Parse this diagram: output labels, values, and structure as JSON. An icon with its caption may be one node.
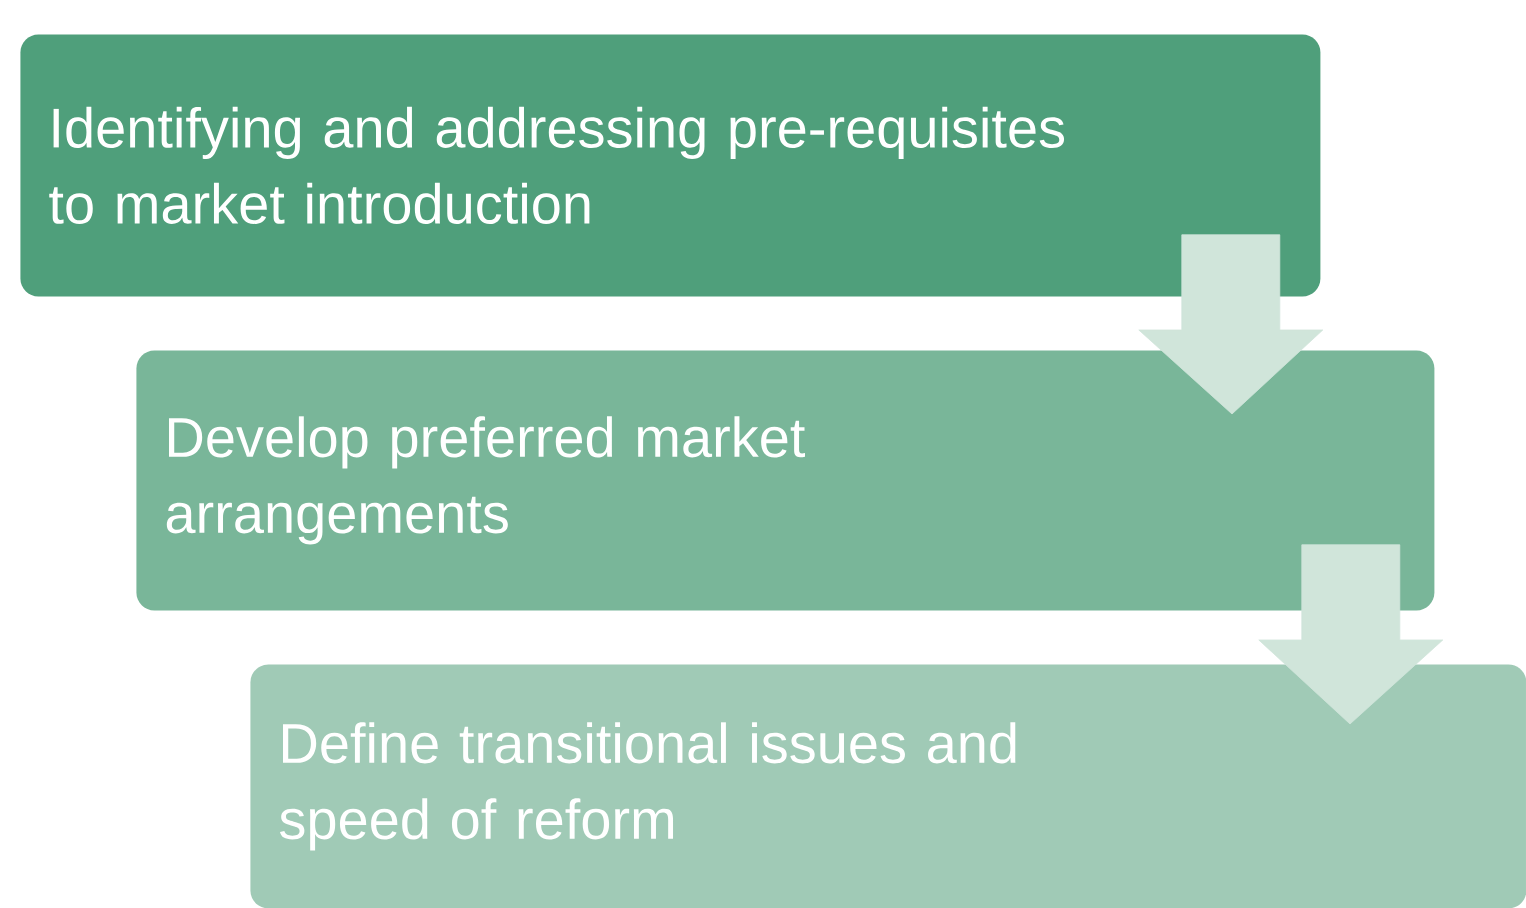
{
  "diagram": {
    "nodes": [
      {
        "text": [
          "Identifying and addressing pre-requisites to market introduction"
        ]
      },
      {
        "text": [
          "Develop preferred market arrangements"
        ]
      },
      {
        "text": [
          "Define transitional issues and speed of reform"
        ]
      }
    ],
    "edges": [
      {
        "from": 0,
        "to": 1,
        "arrow": "to"
      },
      {
        "from": 1,
        "to": 2,
        "arrow": "to"
      }
    ]
  }
}
